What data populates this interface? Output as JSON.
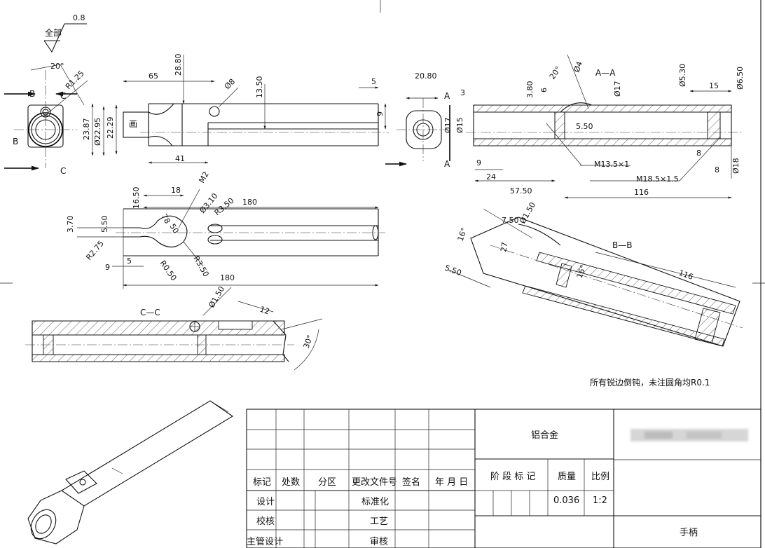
{
  "roughness": {
    "symbol": "全部",
    "value": "0.8"
  },
  "note": "所有锐边倒钝，未注圆角均R0.1",
  "view_labels": {
    "aa": "A—A",
    "bb": "B—B",
    "cc": "C—C",
    "a_top": "A",
    "a_bottom": "A",
    "b_left": "B",
    "b_top": "B",
    "c_top": "C",
    "c_bottom": "C"
  },
  "dims_view1": {
    "angle20": "20°",
    "r125": "R1.25",
    "d2387": "23.87",
    "d2295": "Ø22.95",
    "d2229": "22.29",
    "d65": "65",
    "d2880": "28.80",
    "phi8": "Ø8",
    "d1350": "13.50",
    "d41": "41",
    "d5": "5",
    "d9": "9",
    "d2080": "20.80",
    "phi17": "Ø17",
    "phi15": "Ø15",
    "face_mark": "画"
  },
  "dims_aa": {
    "phi4": "Ø4",
    "angle20": "20°",
    "d380": "3.80",
    "d6": "6",
    "phi17": "Ø17",
    "phi530": "Ø5.30",
    "d15": "15",
    "phi650": "Ø6.50",
    "d3": "3",
    "d9": "9",
    "d24": "24",
    "d5750": "57.50",
    "d116": "116",
    "d550": "5.50",
    "m135": "M13.5×1",
    "m185": "M18.5×1.5",
    "d8a": "8",
    "d8b": "8",
    "phi18": "Ø18"
  },
  "dims_view3": {
    "d1650": "16.50",
    "d18": "18",
    "m2": "M2",
    "phi310": "Ø3.10",
    "r350a": "R3.50",
    "d180a": "180",
    "d370": "3.70",
    "d550": "5.50",
    "r275": "R2.75",
    "d9": "9",
    "d5": "5",
    "r050": "R0.50",
    "r350b": "R3.50",
    "d180b": "180",
    "d78": "78",
    "d50": "50"
  },
  "dims_bb": {
    "d750": "7.50",
    "phi150": "Ø1.50",
    "angle16a": "16°",
    "d550": "5.50",
    "d27": "27",
    "angle16b": "16°",
    "d116": "116"
  },
  "dims_cc": {
    "phi150": "Ø1.50",
    "d12": "12",
    "angle30": "30°"
  },
  "title_block": {
    "headers": [
      "标记",
      "处数",
      "分区",
      "更改文件号",
      "签名",
      "年 月 日"
    ],
    "roles": [
      "设计",
      "校核",
      "主管设计"
    ],
    "approvals": [
      "标准化",
      "工艺",
      "审核"
    ],
    "material": "铝合金",
    "stage_label": "阶 段 标 记",
    "mass_label": "质量",
    "scale_label": "比例",
    "mass_value": "0.036",
    "scale_value": "1:2",
    "part_name": "手柄"
  }
}
